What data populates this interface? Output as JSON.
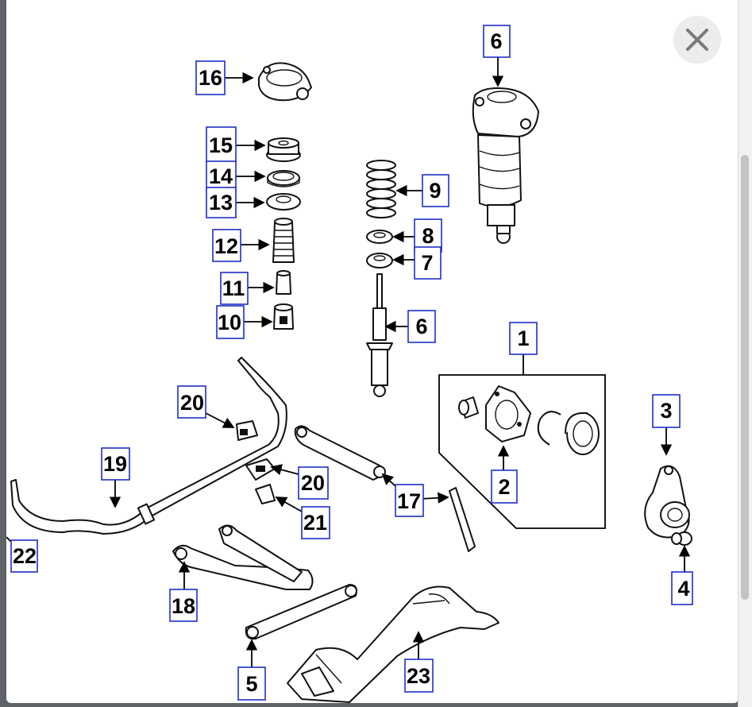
{
  "close_button": {
    "icon": "close-icon"
  },
  "colors": {
    "callout_border": "#1f2fc8",
    "backdrop": "#5f6368",
    "close_bg": "#ececec"
  },
  "callouts": {
    "c16": "16",
    "c15": "15",
    "c14": "14",
    "c13": "13",
    "c12": "12",
    "c11": "11",
    "c10": "10",
    "c9": "9",
    "c8": "8",
    "c7": "7",
    "c6_strut": "6",
    "c6_air": "6",
    "c1": "1",
    "c2": "2",
    "c3": "3",
    "c4": "4",
    "c5": "5",
    "c17": "17",
    "c18": "18",
    "c19": "19",
    "c20_top": "20",
    "c20_mid": "20",
    "c21": "21",
    "c22": "22",
    "c23": "23"
  }
}
